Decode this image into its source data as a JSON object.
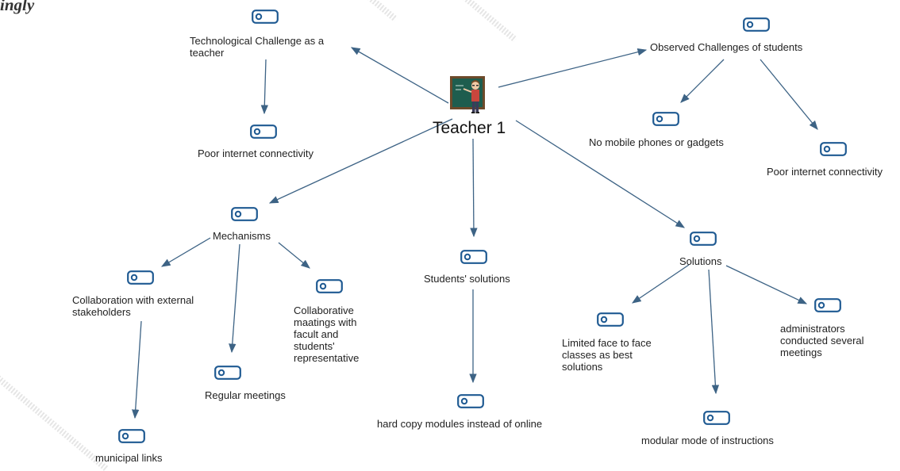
{
  "header": {
    "fragment": "ingly"
  },
  "root": {
    "label": "Teacher 1",
    "icon": "teacher-at-chalkboard-icon"
  },
  "nodes": {
    "tech_challenge": {
      "label": "Technological Challenge as a teacher",
      "icon": "concept-node-icon"
    },
    "tech_poor_internet": {
      "label": "Poor internet connectivity",
      "icon": "concept-node-icon"
    },
    "observed_challenges": {
      "label": "Observed Challenges of students",
      "icon": "concept-node-icon"
    },
    "no_mobile": {
      "label": "No mobile phones or gadgets",
      "icon": "concept-node-icon"
    },
    "students_poor_internet": {
      "label": "Poor internet connectivity",
      "icon": "concept-node-icon"
    },
    "mechanisms": {
      "label": "Mechanisms",
      "icon": "concept-node-icon"
    },
    "collab_external": {
      "label": "Collaboration with external stakeholders",
      "icon": "concept-node-icon"
    },
    "municipal_links": {
      "label": "municipal links",
      "icon": "concept-node-icon"
    },
    "regular_meetings": {
      "label": "Regular meetings",
      "icon": "concept-node-icon"
    },
    "collab_meetings": {
      "label": "Collaborative maatings with facult and students' representative",
      "icon": "concept-node-icon"
    },
    "students_solutions": {
      "label": "Students' solutions",
      "icon": "concept-node-icon"
    },
    "hard_copy": {
      "label": "hard copy modules instead of online",
      "icon": "concept-node-icon"
    },
    "solutions": {
      "label": "Solutions",
      "icon": "concept-node-icon"
    },
    "limited_f2f": {
      "label": "Limited face to face classes as best solutions",
      "icon": "concept-node-icon"
    },
    "modular_mode": {
      "label": "modular mode of instructions",
      "icon": "concept-node-icon"
    },
    "admin_meetings": {
      "label": "administrators conducted several meetings",
      "icon": "concept-node-icon"
    }
  },
  "colors": {
    "node_icon": "#1f5a92",
    "connector": "#3d6385"
  }
}
